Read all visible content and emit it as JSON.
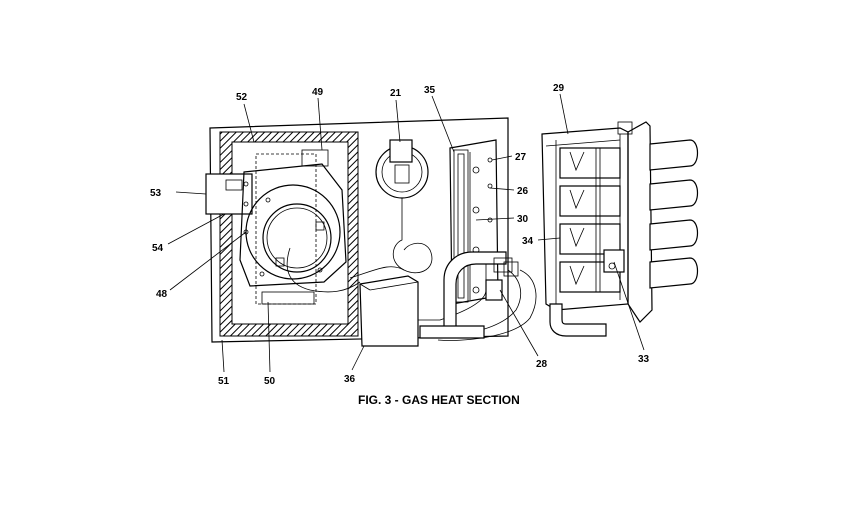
{
  "figure": {
    "caption": "FIG. 3 - GAS HEAT SECTION"
  },
  "callouts": {
    "c52": "52",
    "c49": "49",
    "c21": "21",
    "c35": "35",
    "c27": "27",
    "c26": "26",
    "c30": "30",
    "c53": "53",
    "c54": "54",
    "c48": "48",
    "c51": "51",
    "c50": "50",
    "c36": "36",
    "c28": "28",
    "c29": "29",
    "c34": "34",
    "c33": "33"
  }
}
